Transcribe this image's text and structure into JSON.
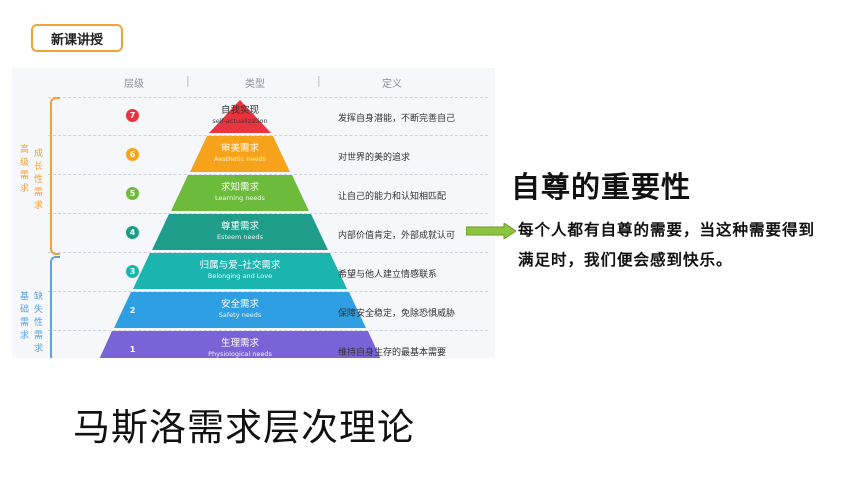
{
  "badge": {
    "label": "新课讲授"
  },
  "figure": {
    "headers": {
      "level": "层级",
      "type": "类型",
      "definition": "定义"
    },
    "growth_needs_label": "成长性需求",
    "growth_needs_side": "高级需求",
    "deficiency_needs_label": "缺失性需求",
    "deficiency_needs_side": "基础需求",
    "tiers": [
      {
        "num": "7",
        "cn": "自我实现",
        "en": "self-actualization",
        "definition": "发挥自身潜能，不断完善自己",
        "color": "#e8343f"
      },
      {
        "num": "6",
        "cn": "审美需求",
        "en": "Aesthetic needs",
        "definition": "对世界的美的追求",
        "color": "#f7a21b"
      },
      {
        "num": "5",
        "cn": "求知需求",
        "en": "Learning needs",
        "definition": "让自己的能力和认知相匹配",
        "color": "#6dbb3a"
      },
      {
        "num": "4",
        "cn": "尊重需求",
        "en": "Esteem needs",
        "definition": "内部价值肯定，外部成就认可",
        "color": "#1e9e8a"
      },
      {
        "num": "3",
        "cn": "归属与爱–社交需求",
        "en": "Belonging and Love",
        "definition": "希望与他人建立情感联系",
        "color": "#1bb5b0"
      },
      {
        "num": "2",
        "cn": "安全需求",
        "en": "Safety needs",
        "definition": "保障安全稳定，免除恐惧威胁",
        "color": "#2f9fe3"
      },
      {
        "num": "1",
        "cn": "生理需求",
        "en": "Physiological needs",
        "definition": "维持自身生存的最基本需要",
        "color": "#7a63d6"
      }
    ]
  },
  "heading": "自尊的重要性",
  "body": "每个人都有自尊的需要，当这种需要得到满足时，我们便会感到快乐。",
  "title": "马斯洛需求层次理论"
}
